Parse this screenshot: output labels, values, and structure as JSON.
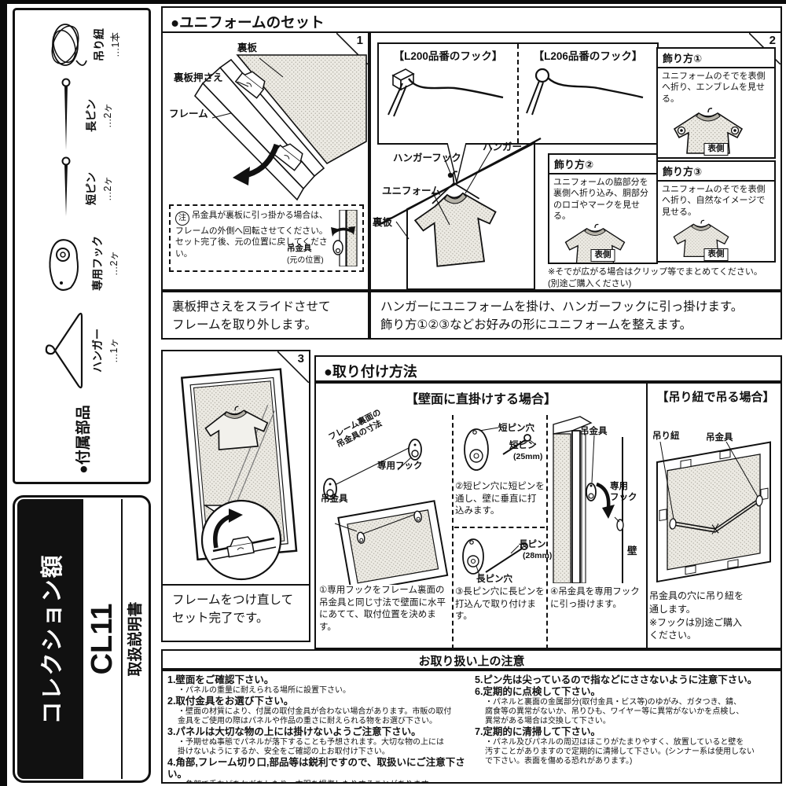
{
  "sidebar": {
    "accessories": {
      "title": "●付属部品",
      "items": [
        {
          "name": "ハンガー",
          "qty": "…1ヶ",
          "icon": "hanger-icon"
        },
        {
          "name": "専用フック",
          "qty": "…2ヶ",
          "icon": "dedicated-hook-icon"
        },
        {
          "name": "短ピン",
          "qty": "…2ヶ",
          "icon": "short-pin-icon"
        },
        {
          "name": "長ピン",
          "qty": "…2ヶ",
          "icon": "long-pin-icon"
        },
        {
          "name": "吊り紐",
          "qty": "…1本",
          "icon": "hanging-string-icon"
        }
      ]
    },
    "product": {
      "series": "コレクション額",
      "model": "CL11",
      "doc_type": "取扱説明書"
    }
  },
  "uniform_set": {
    "title": "●ユニフォームのセット",
    "step1": {
      "number": "1",
      "label_backboard": "裏板",
      "label_backboard_holder": "裏板押さえ",
      "label_frame": "フレーム",
      "note_mark": "注",
      "note_text": "吊金具が裏板に引っ掛かる場合は、フレームの外側へ回転させてください。セット完了後、元の位置に戻してください。",
      "note_fitting_label": "吊金具",
      "note_fitting_sub": "(元の位置)",
      "caption": "裏板押さえをスライドさせて\nフレームを取り外します。"
    },
    "step2": {
      "number": "2",
      "hook_box_left": "【L200品番のフック】",
      "hook_box_right": "【L206品番のフック】",
      "label_hanger_hook": "ハンガーフック",
      "label_hanger": "ハンガー",
      "label_uniform": "ユニフォーム",
      "label_backboard": "裏板",
      "deco1_title": "飾り方①",
      "deco1_text": "ユニフォームのそでを表側へ折り、エンブレムを見せる。",
      "deco1_tag": "表側",
      "deco2_title": "飾り方②",
      "deco2_text": "ユニフォームの脇部分を裏側へ折り込み、胴部分のロゴやマークを見せる。",
      "deco2_tag": "表側",
      "deco3_title": "飾り方③",
      "deco3_text": "ユニフォームのそでを表側へ折り、自然なイメージで見せる。",
      "deco3_tag": "表側",
      "clip_note": "※そでが広がる場合はクリップ等でまとめてください。\n(別途ご購入ください)",
      "caption": "ハンガーにユニフォームを掛け、ハンガーフックに引っ掛けます。\n飾り方①②③などお好みの形にユニフォームを整えます。"
    },
    "step3": {
      "number": "3",
      "caption": "フレームをつけ直して\nセット完了です。"
    }
  },
  "mounting": {
    "title": "●取り付け方法",
    "direct": {
      "title": "【壁面に直掛けする場合】",
      "dim_label": "フレーム裏面の\n吊金具の寸法",
      "label_hook": "専用フック",
      "label_fitting": "吊金具",
      "caption1": "①専用フックをフレーム裏面の吊金具と同じ寸法で壁面に水平にあてて、取付位置を決めます。",
      "label_short_pin_hole": "短ピン穴",
      "label_short_pin": "短ピン",
      "label_short_pin_size": "(25mm)",
      "caption2": "②短ピン穴に短ピンを通し、壁に垂直に打込みます。",
      "label_long_pin": "長ピン",
      "label_long_pin_size": "(28mm)",
      "label_long_pin_hole": "長ピン穴",
      "caption3": "③長ピン穴に長ピンを打込んで取り付けます。",
      "label_fitting4": "吊金具",
      "label_hook4": "専用\nフック",
      "label_wall": "壁",
      "caption4": "④吊金具を専用フックに引っ掛けます。"
    },
    "string": {
      "title": "【吊り紐で吊る場合】",
      "label_string": "吊り紐",
      "label_fitting": "吊金具",
      "caption": "吊金具の穴に吊り紐を\n通します。\n※フックは別途ご購入\nください。"
    }
  },
  "cautions": {
    "title": "お取り扱い上の注意",
    "left": [
      {
        "head": "1.壁面をご確認下さい。",
        "sub": "・パネルの重量に耐えられる場所に設置下さい。"
      },
      {
        "head": "2.取付金具をお選び下さい。",
        "sub": "・壁面の材質により、付属の取付金具が合わない場合があります。市販の取付\n金具をご使用の際はパネルや作品の重さに耐えられる物をお選び下さい。"
      },
      {
        "head": "3.パネルは大切な物の上には掛けないようご注意下さい。",
        "sub": "・予期せぬ事態でパネルが落下することも予想されます。大切な物の上には\n掛けないようにするか、安全をご確認の上お取付け下さい。"
      },
      {
        "head": "4.角部,フレーム切り口,部品等は鋭利ですので、取扱いにご注意下さい。",
        "sub": "・角部で手などをケガをしたり、衣服を損傷したりすることがあります。"
      }
    ],
    "right": [
      {
        "head": "5.ピン先は尖っているので指などにささないように注意下さい。",
        "sub": ""
      },
      {
        "head": "6.定期的に点検して下さい。",
        "sub": "・パネルと裏面の金属部分(取付金具・ビス等)のゆがみ、ガタつき、錆、\n腐食等の異常がないか、吊りひも、ワイヤー等に異常がないかを点検し、\n異常がある場合は交換して下さい。"
      },
      {
        "head": "7.定期的に清掃して下さい。",
        "sub": "・パネル及びパネルの周辺はほこりがたまりやすく、放置していると壁を\n汚すことがありますので定期的に清掃して下さい。(シンナー系は使用しない\nで下さい。表面を傷める恐れがあります。)"
      }
    ]
  }
}
